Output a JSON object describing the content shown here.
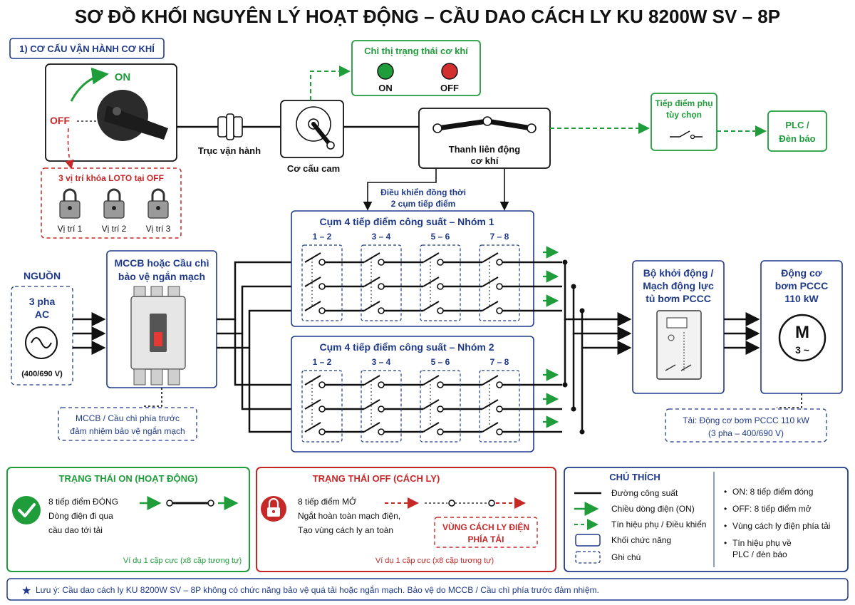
{
  "title": "SƠ ĐỒ KHỐI NGUYÊN LÝ HOẠT ĐỘNG – CẦU DAO CÁCH LY KU 8200W SV – 8P",
  "mech": {
    "section_label": "1) CƠ CẤU VẬN HÀNH CƠ KHÍ",
    "on_label": "ON",
    "off_label": "OFF",
    "shaft_label": "Trục vận hành",
    "cam_label": "Cơ cấu cam",
    "linkage_label_1": "Thanh liên động",
    "linkage_label_2": "cơ khí",
    "sync_label_1": "Điều khiển đồng thời",
    "sync_label_2": "2 cụm tiếp điểm",
    "loto_title": "3 vị trí khóa LOTO tại OFF",
    "loto_positions": [
      "Vị trí 1",
      "Vị trí 2",
      "Vị trí 3"
    ]
  },
  "indicator": {
    "title": "Chỉ thị trạng thái cơ khí",
    "on_label": "ON",
    "off_label": "OFF",
    "on_color": "#1f9d3a",
    "off_color": "#d32f2f"
  },
  "aux": {
    "title_1": "Tiếp điểm phụ",
    "title_2": "tùy chọn",
    "plc_1": "PLC /",
    "plc_2": "Đèn báo"
  },
  "source": {
    "header": "NGUỒN",
    "label_1": "3 pha",
    "label_2": "AC",
    "voltage": "(400/690 V)"
  },
  "mccb": {
    "title_1": "MCCB hoặc Cầu chì",
    "title_2": "bảo vệ ngắn mạch",
    "note_1": "MCCB / Cầu chì phía trước",
    "note_2": "đảm nhiệm bảo vệ ngắn mạch"
  },
  "groups": [
    {
      "title": "Cụm 4 tiếp điểm công suất – Nhóm 1",
      "pairs": [
        "1 – 2",
        "3 – 4",
        "5 – 6",
        "7 – 8"
      ]
    },
    {
      "title": "Cụm 4 tiếp điểm công suất – Nhóm 2",
      "pairs": [
        "1 – 2",
        "3 – 4",
        "5 – 6",
        "7 – 8"
      ]
    }
  ],
  "starter": {
    "title_1": "Bộ khởi động /",
    "title_2": "Mạch động lực",
    "title_3": "tủ bơm PCCC"
  },
  "motor": {
    "title_1": "Động cơ",
    "title_2": "bơm PCCC",
    "title_3": "110 kW",
    "symbol": "M",
    "phase": "3 ~",
    "load_1": "Tải: Động cơ bơm PCCC 110 kW",
    "load_2": "(3 pha – 400/690 V)"
  },
  "state_on": {
    "title": "TRẠNG THÁI ON (HOẠT ĐỘNG)",
    "line1": "8 tiếp điểm ĐÓNG",
    "line2": "Dòng điện đi qua",
    "line3": "cầu dao tới tải",
    "example": "Ví dụ 1 cặp cực (x8 cặp tương tự)",
    "color": "#1f9d3a"
  },
  "state_off": {
    "title": "TRẠNG THÁI OFF (CÁCH LY)",
    "line1": "8 tiếp điểm MỞ",
    "line2": "Ngắt hoàn toàn mạch điện,",
    "line3": "Tạo vùng cách ly an toàn",
    "zone_1": "VÙNG CÁCH LY ĐIỆN",
    "zone_2": "PHÍA TẢI",
    "example": "Ví dụ 1 cặp cực (x8 cặp tương tự)",
    "color": "#c62828"
  },
  "legend": {
    "title": "CHÚ THÍCH",
    "items": [
      "Đường công suất",
      "Chiều dòng điện (ON)",
      "Tín hiệu phụ / Điều khiển",
      "Khối chức năng",
      "Ghi chú"
    ],
    "notes": [
      "ON: 8 tiếp điểm đóng",
      "OFF: 8 tiếp điểm mở",
      "Vùng cách ly điện phía tải",
      "Tín hiệu phụ về",
      "PLC / đèn báo"
    ]
  },
  "footer": "Lưu ý: Cầu dao cách ly KU 8200W SV – 8P không có chức năng bảo vệ quá tải hoặc ngắn mạch. Bảo vệ do MCCB / Cầu chì phía trước đảm nhiệm."
}
